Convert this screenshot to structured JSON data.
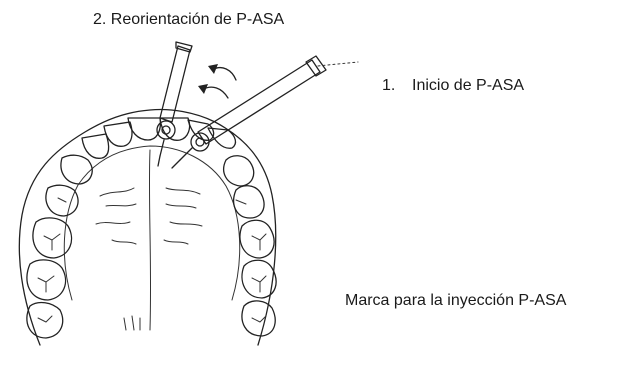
{
  "labels": {
    "reorientation": "2. Reorientación de P-ASA",
    "start_number": "1.",
    "start_text": "Inicio de P-ASA",
    "mark": "Marca para la inyección P-ASA"
  },
  "colors": {
    "ink": "#222222",
    "background": "#ffffff"
  }
}
